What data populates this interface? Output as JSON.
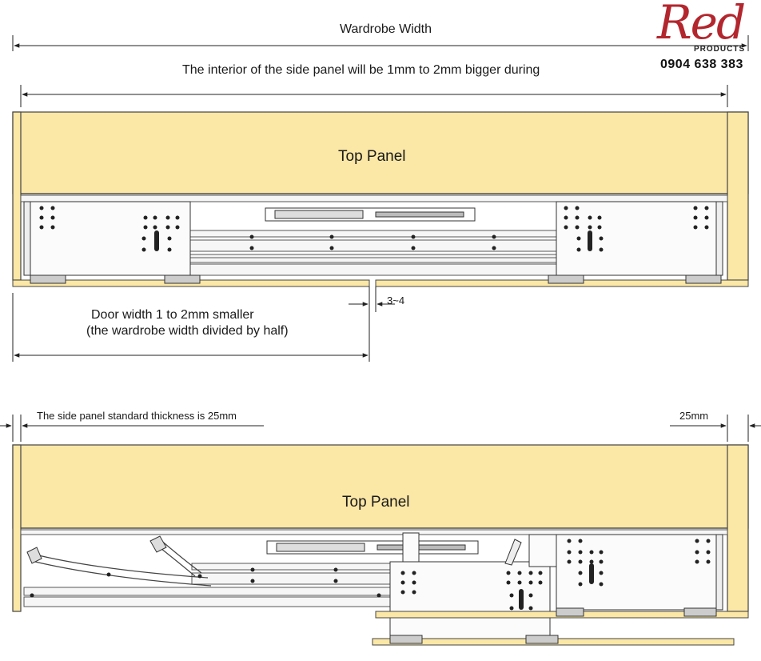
{
  "logo": {
    "word": "Red",
    "sub": "PRODUCTS",
    "phone": "0904 638 383",
    "color": "#b3262e"
  },
  "diagram1": {
    "wardrobe_width": "Wardrobe Width",
    "interior_note": "The interior of the side panel will be 1mm to 2mm bigger during",
    "top_panel": "Top Panel",
    "door_width_line1": "Door width 1 to 2mm smaller",
    "door_width_line2": "(the wardrobe width divided by half)",
    "gap": "3~4"
  },
  "diagram2": {
    "side_thickness": "The side panel standard thickness is 25mm",
    "thickness_right": "25mm",
    "top_panel": "Top Panel"
  },
  "colors": {
    "panel": "#fbe7a6",
    "line": "#333333",
    "metal": "#f6f6f6"
  }
}
